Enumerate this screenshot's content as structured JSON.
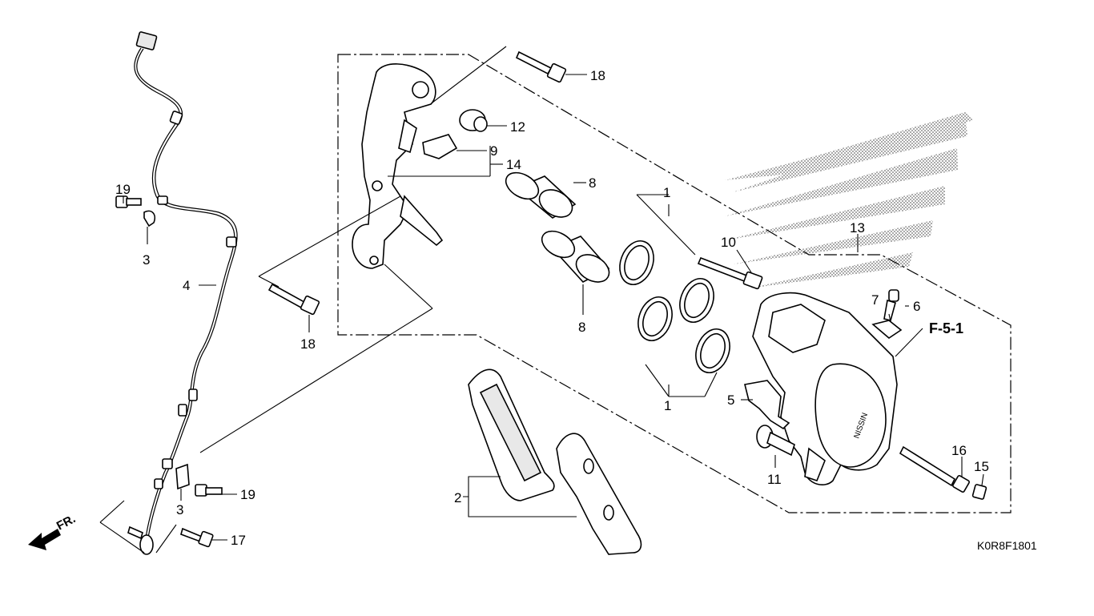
{
  "diagram": {
    "figure_code": "K0R8F1801",
    "direction_marker": "FR.",
    "reference": "F-5-1",
    "callouts": [
      {
        "id": "c1a",
        "label": "1"
      },
      {
        "id": "c1b",
        "label": "1"
      },
      {
        "id": "c2",
        "label": "2"
      },
      {
        "id": "c3a",
        "label": "3"
      },
      {
        "id": "c3b",
        "label": "3"
      },
      {
        "id": "c4",
        "label": "4"
      },
      {
        "id": "c5",
        "label": "5"
      },
      {
        "id": "c6",
        "label": "6"
      },
      {
        "id": "c7",
        "label": "7"
      },
      {
        "id": "c8a",
        "label": "8"
      },
      {
        "id": "c8b",
        "label": "8"
      },
      {
        "id": "c9",
        "label": "9"
      },
      {
        "id": "c10",
        "label": "10"
      },
      {
        "id": "c11",
        "label": "11"
      },
      {
        "id": "c12",
        "label": "12"
      },
      {
        "id": "c13",
        "label": "13"
      },
      {
        "id": "c14",
        "label": "14"
      },
      {
        "id": "c15",
        "label": "15"
      },
      {
        "id": "c16",
        "label": "16"
      },
      {
        "id": "c17",
        "label": "17"
      },
      {
        "id": "c18a",
        "label": "18"
      },
      {
        "id": "c18b",
        "label": "18"
      },
      {
        "id": "c19a",
        "label": "19"
      },
      {
        "id": "c19b",
        "label": "19"
      }
    ]
  }
}
